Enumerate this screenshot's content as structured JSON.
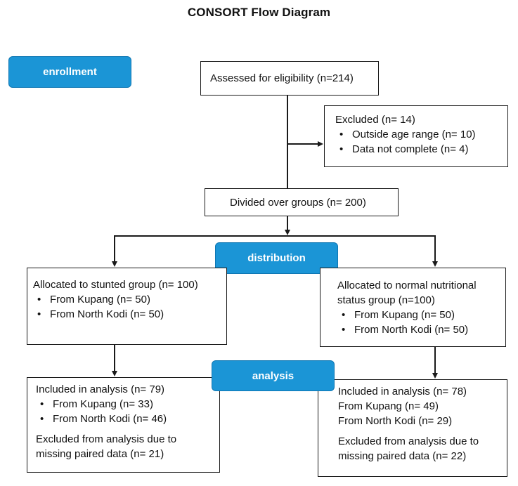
{
  "title": "CONSORT Flow Diagram",
  "stages": {
    "enrollment": "enrollment",
    "distribution": "distribution",
    "analysis": "analysis"
  },
  "assessed": "Assessed for eligibility (n=214)",
  "excluded": {
    "heading": "Excluded (n= 14)",
    "items": [
      "Outside age range (n= 10)",
      "Data not complete (n= 4)"
    ]
  },
  "divided": "Divided over groups (n= 200)",
  "stunted": {
    "heading": "Allocated to stunted group (n= 100)",
    "items": [
      "From Kupang (n= 50)",
      "From North Kodi (n= 50)"
    ]
  },
  "normal": {
    "heading_line1": "Allocated to normal nutritional",
    "heading_line2": "status group (n=100)",
    "items": [
      "From Kupang (n= 50)",
      "From North Kodi (n= 50)"
    ]
  },
  "analysis_left": {
    "included": "Included in analysis (n= 79)",
    "items": [
      "From Kupang (n= 33)",
      "From North Kodi (n= 46)"
    ],
    "excluded_line1": "Excluded from analysis due to",
    "excluded_line2": "missing paired data (n= 21)"
  },
  "analysis_right": {
    "included": "Included in analysis (n= 78)",
    "line1": "From Kupang (n= 49)",
    "line2": "From North Kodi (n= 29)",
    "excluded_line1": "Excluded from analysis due to",
    "excluded_line2": "missing paired data (n= 22)"
  }
}
